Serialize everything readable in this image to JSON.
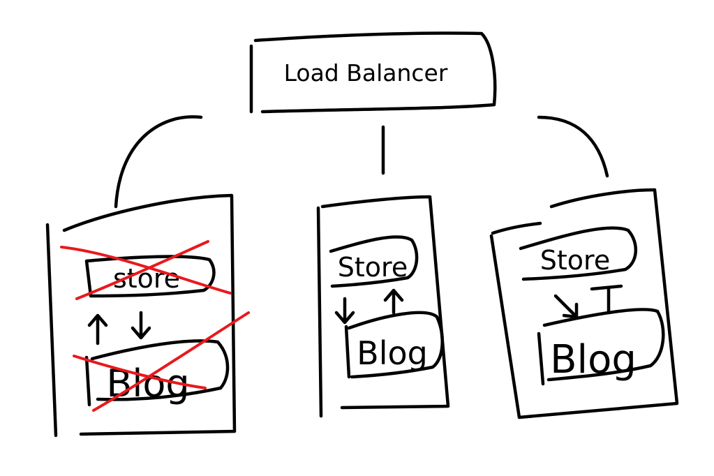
{
  "load_balancer": {
    "label": "Load Balancer"
  },
  "servers": [
    {
      "store_label": "store",
      "blog_label": "Blog",
      "status": "failed"
    },
    {
      "store_label": "Store",
      "blog_label": "Blog",
      "status": "active"
    },
    {
      "store_label": "Store",
      "blog_label": "Blog",
      "status": "active"
    }
  ],
  "colors": {
    "ink": "#000000",
    "strike": "#e8191c",
    "background": "#ffffff"
  }
}
